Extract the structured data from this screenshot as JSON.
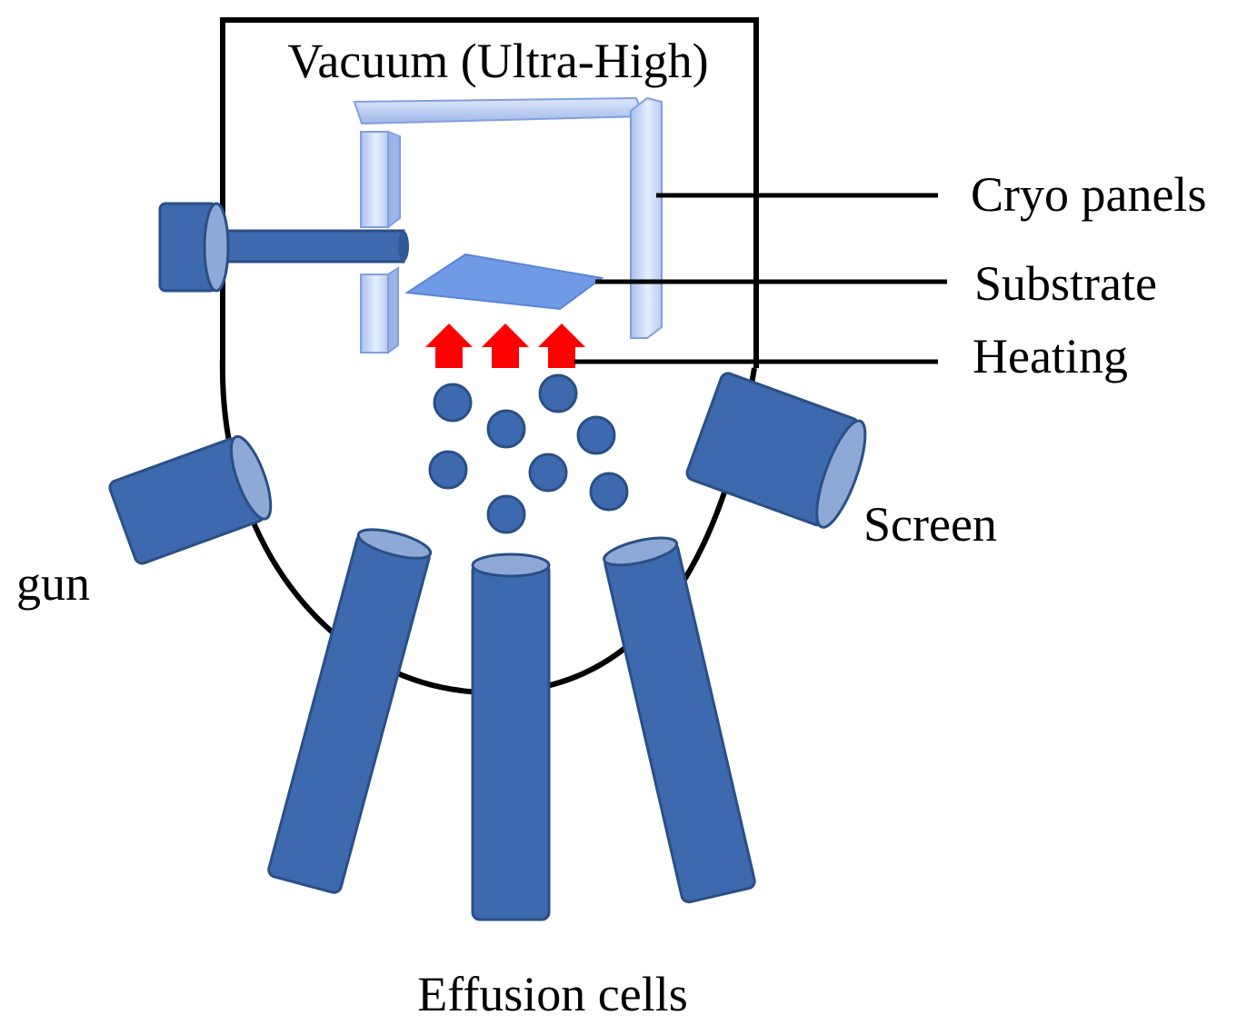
{
  "labels": {
    "vacuum": "Vacuum (Ultra-High)",
    "cryo_panels": "Cryo panels",
    "substrate": "Substrate",
    "heating": "Heating",
    "screen": "Screen",
    "gun": "gun",
    "effusion_cells": "Effusion cells"
  },
  "colors": {
    "component_fill": "#3d6aae",
    "component_stroke": "#2a4f86",
    "component_light": "#8fa9d6",
    "panel_fill": "#c4d4f4",
    "panel_stroke": "#7f9fe0",
    "substrate_fill": "#6f9ae6",
    "heating_arrow": "#ff0000",
    "line": "#000000"
  }
}
